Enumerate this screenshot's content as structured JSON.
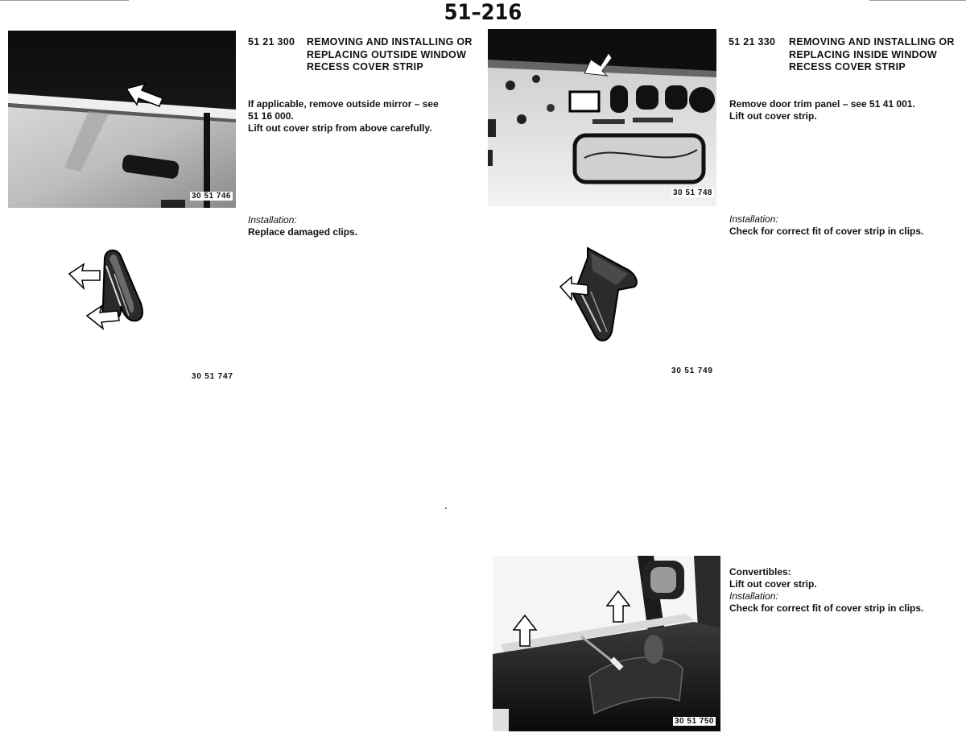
{
  "page": {
    "number": "51–216"
  },
  "sections": {
    "outside": {
      "code": "51 21 300",
      "title": "REMOVING AND INSTALLING OR REPLACING OUTSIDE WINDOW RECESS COVER STRIP",
      "steps": [
        "If applicable, remove outside mirror – see",
        "51 16 000.",
        "Lift out cover strip from above carefully."
      ],
      "installation_heading": "Installation:",
      "installation_text": "Replace damaged clips."
    },
    "inside": {
      "code": "51 21 330",
      "title": "REMOVING AND INSTALLING OR REPLACING INSIDE WINDOW RECESS COVER STRIP",
      "steps": [
        "Remove door trim panel – see 51 41 001.",
        "Lift out cover strip."
      ],
      "installation_heading": "Installation:",
      "installation_text": "Check for correct fit of cover strip in clips."
    },
    "convertibles": {
      "heading": "Convertibles:",
      "step": "Lift out cover strip.",
      "installation_heading": "Installation:",
      "installation_text": "Check for correct fit of cover strip in clips."
    }
  },
  "figures": {
    "fig1": "30 51 746",
    "fig2": "30 51 747",
    "fig3": "30 51 748",
    "fig4": "30 51 749",
    "fig5": "30 51 750"
  }
}
